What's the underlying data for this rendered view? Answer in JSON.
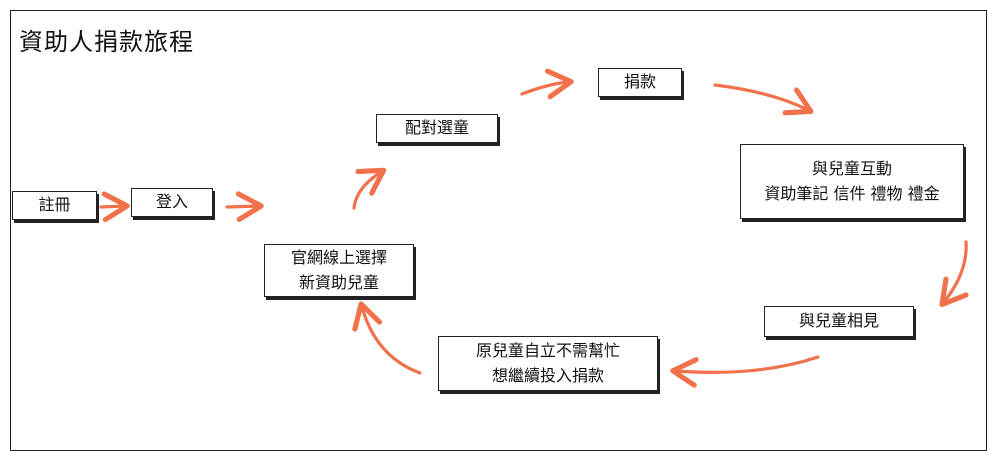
{
  "title": "資助人捐款旅程",
  "colors": {
    "arrow": "#f0714a",
    "border": "#222222"
  },
  "nodes": {
    "register": {
      "label": "註冊"
    },
    "login": {
      "label": "登入"
    },
    "select_online": {
      "line1": "官網線上選擇",
      "line2": "新資助兒童"
    },
    "match_child": {
      "label": "配對選童"
    },
    "donate": {
      "label": "捐款"
    },
    "interact": {
      "line1": "與兒童互動",
      "line2": "資助筆記 信件 禮物 禮金"
    },
    "meet_child": {
      "label": "與兒童相見"
    },
    "independent": {
      "line1": "原兒童自立不需幫忙",
      "line2": "想繼續投入捐款"
    }
  }
}
